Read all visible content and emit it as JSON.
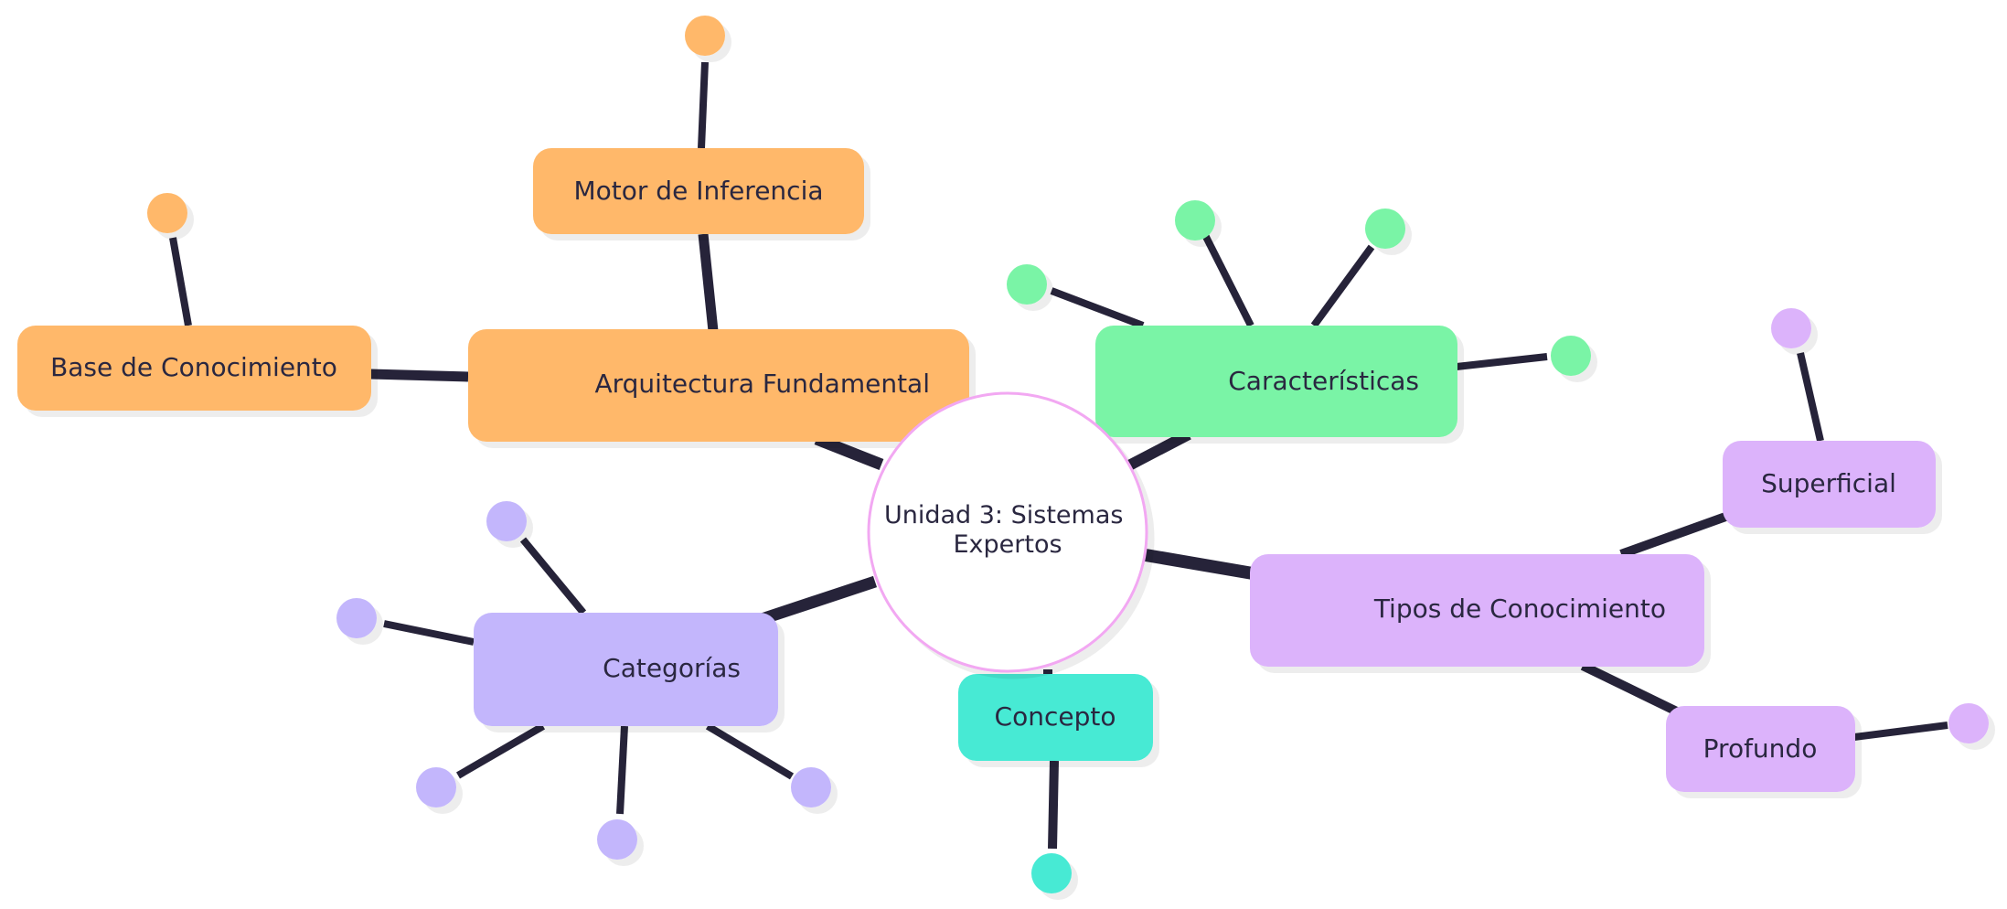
{
  "colors": {
    "orange": "#ffb86b",
    "green": "#7af4a6",
    "purple": "#dcb3fb",
    "lavender": "#c3b6fc",
    "teal": "#47ead4",
    "center_border": "#f2a8f2",
    "edge": "#262339",
    "text": "#2a2740"
  },
  "mindmap": {
    "center": {
      "line1": "Unidad 3: Sistemas",
      "line2": "Expertos"
    },
    "branches": {
      "arquitectura": {
        "label": "Arquitectura Fundamental",
        "children": {
          "motor": "Motor de Inferencia",
          "base": "Base de Conocimiento"
        }
      },
      "caracteristicas": {
        "label": "Características"
      },
      "tipos": {
        "label": "Tipos de Conocimiento",
        "children": {
          "superficial": "Superficial",
          "profundo": "Profundo"
        }
      },
      "categorias": {
        "label": "Categorías"
      },
      "concepto": {
        "label": "Concepto"
      }
    }
  }
}
